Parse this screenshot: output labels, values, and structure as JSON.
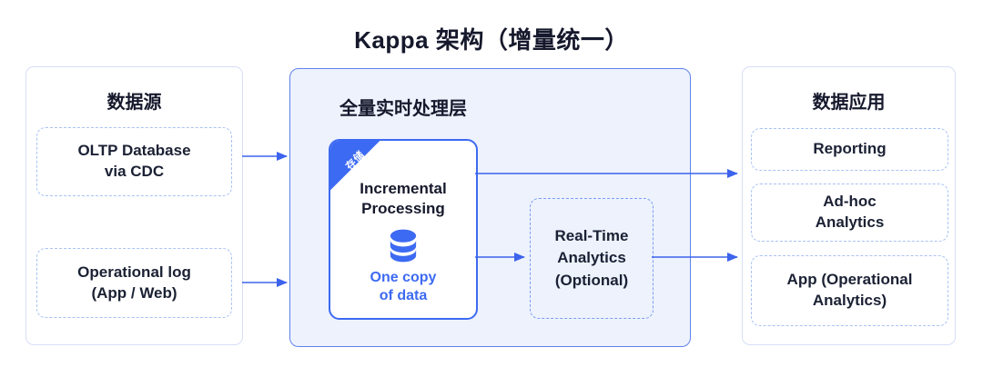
{
  "title": "Kappa 架构（增量统一）",
  "panels": {
    "sources": {
      "title": "数据源",
      "items": [
        {
          "label": "OLTP Database\nvia CDC"
        },
        {
          "label": "Operational log\n(App / Web)"
        }
      ]
    },
    "processing": {
      "title": "全量实时处理层",
      "card": {
        "ribbon": "存储",
        "label": "Incremental\nProcessing",
        "icon": "database-icon",
        "caption": "One copy\nof data"
      },
      "optional_node": {
        "label": "Real-Time\nAnalytics\n(Optional)"
      }
    },
    "applications": {
      "title": "数据应用",
      "items": [
        {
          "label": "Reporting"
        },
        {
          "label": "Ad-hoc\nAnalytics"
        },
        {
          "label": "App (Operational\nAnalytics)"
        }
      ]
    }
  },
  "colors": {
    "accent_blue": "#3D6AF2",
    "arrow_blue": "#3D63EC",
    "processing_panel_fill": "#EDF2FD",
    "processing_panel_border": "#5F82EC",
    "dashed_light": "#A9C2F4",
    "dashed_medium": "#7B9DF2",
    "outer_panel_border": "#D7DFF7",
    "text_dark": "#16192C"
  }
}
